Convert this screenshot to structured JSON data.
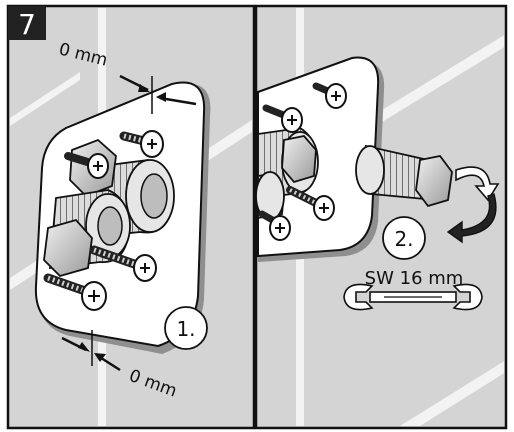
{
  "step": {
    "number": "7"
  },
  "left_panel": {
    "gap_top": "0 mm",
    "gap_bottom": "0 mm",
    "step_marker": "1."
  },
  "right_panel": {
    "step_marker": "2.",
    "wrench_size": "SW 16 mm"
  },
  "colors": {
    "wall": "#d4d4d4",
    "tile_line": "#f2f2f2",
    "plate": "#ffffff",
    "plate_shadow": "#9a9a9a",
    "metal_light": "#e0e0e0",
    "metal_dark": "#8a8a8a",
    "outline": "#111111",
    "step_badge": "#222222"
  }
}
